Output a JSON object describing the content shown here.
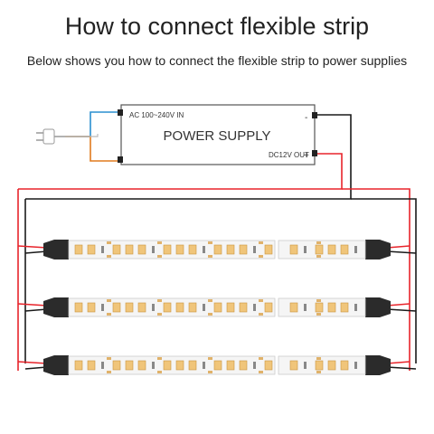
{
  "header": {
    "title": "How to connect flexible strip",
    "subtitle": "Below shows you how to connect the flexible strip to power supplies"
  },
  "power_supply": {
    "label": "POWER SUPPLY",
    "input_label": "AC 100~240V IN",
    "output_label": "DC12V OUT",
    "minus_sign": "-",
    "plus_sign": "+"
  },
  "strips": {
    "count": 3,
    "segments_per_strip": 2
  },
  "colors": {
    "wire_positive": "#e8242b",
    "wire_negative": "#1a1a1a",
    "ac_live": "#e07b1e",
    "ac_neutral": "#2a8fd0",
    "strip_pcb": "#f5f5f5",
    "led_chip": "#f0c57a",
    "connector": "#2b2b2b"
  }
}
